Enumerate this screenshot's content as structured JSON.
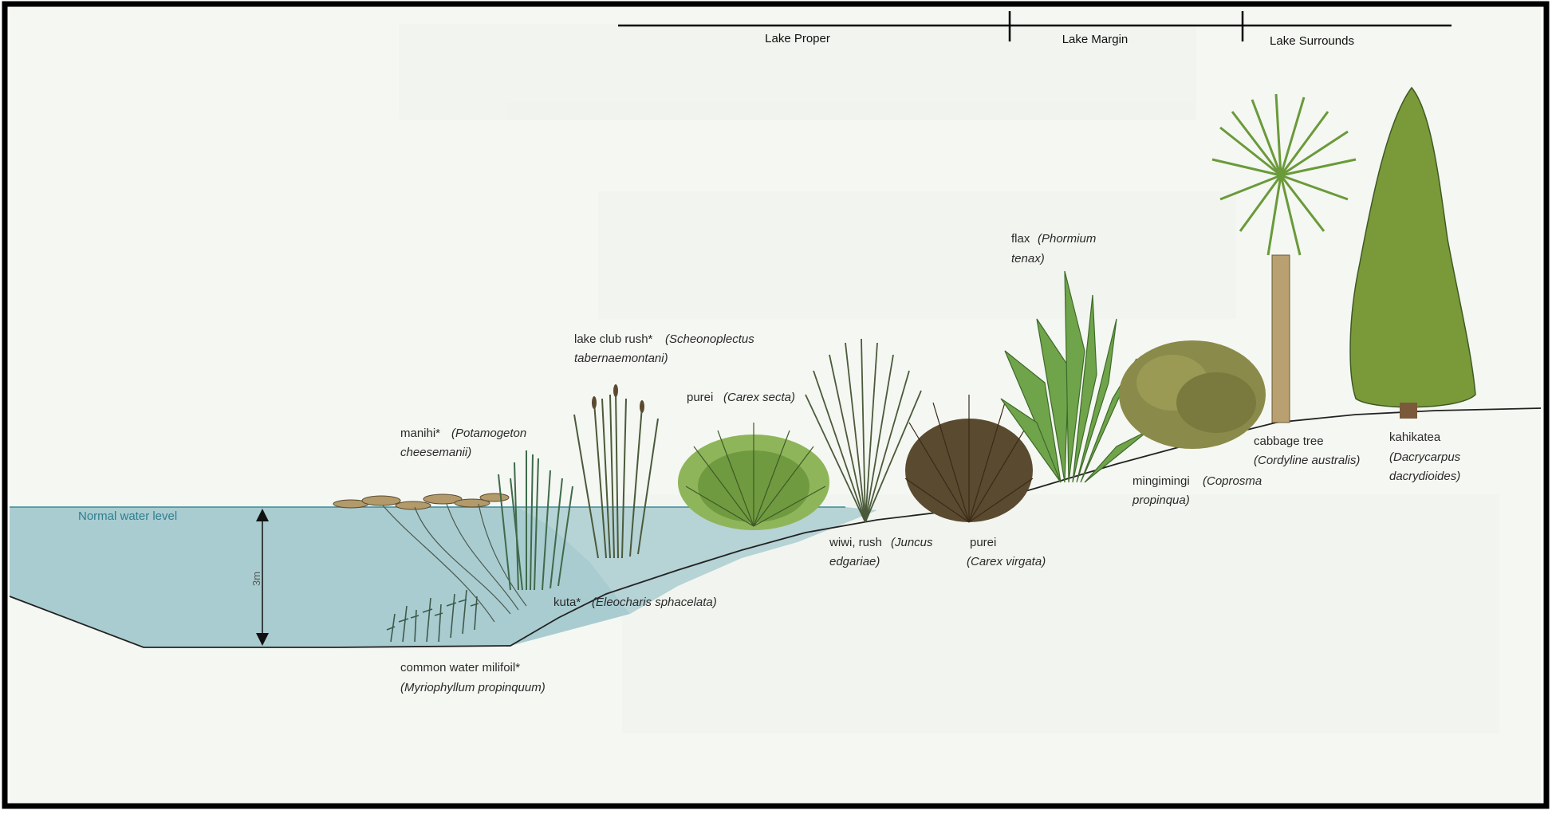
{
  "zones": [
    "Lake Proper",
    "Lake Margin",
    "Lake Surrounds"
  ],
  "water": {
    "level_label": "Normal water level",
    "depth_label": "3m"
  },
  "plants": {
    "milfoil": {
      "common": "common water milifoil*",
      "sci": "(Myriophyllum propinquum)"
    },
    "manihi": {
      "common": "manihi*",
      "sci_a": "(Potamogeton",
      "sci_b": "cheesemanii)"
    },
    "kuta": {
      "common": "kuta*",
      "sci": "(Eleocharis sphacelata)"
    },
    "lake_club_rush": {
      "common": "lake club rush*",
      "sci_a": "(Scheonoplectus",
      "sci_b": "tabernaemontani)"
    },
    "purei_secta": {
      "common": "purei",
      "sci": "(Carex secta)"
    },
    "wiwi": {
      "common": "wiwi, rush",
      "sci_a": "(Juncus",
      "sci_b": "edgariae)"
    },
    "purei_virgata": {
      "common": "purei",
      "sci": "(Carex virgata)"
    },
    "flax": {
      "common": "flax",
      "sci_a": "(Phormium",
      "sci_b": "tenax)"
    },
    "mingimingi": {
      "common": "mingimingi",
      "sci_a": "(Coprosma",
      "sci_b": "propinqua)"
    },
    "cabbage_tree": {
      "common": "cabbage tree",
      "sci": "(Cordyline australis)"
    },
    "kahikatea": {
      "common": "kahikatea",
      "sci_a": "(Dacrycarpus",
      "sci_b": "dacrydioides)"
    }
  },
  "colors": {
    "water": "#a9ccd0",
    "water_line": "#3d8a98",
    "frame": "#000000",
    "background": "#f4f6f1"
  }
}
